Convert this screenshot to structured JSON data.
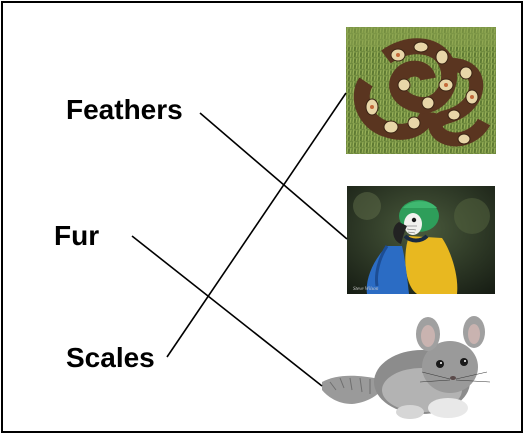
{
  "words": {
    "feathers": "Feathers",
    "fur": "Fur",
    "scales": "Scales"
  },
  "images": {
    "snake": "snake-image",
    "parrot": "parrot-image",
    "chinchilla": "chinchilla-image"
  },
  "colors": {
    "line": "#000000",
    "text": "#000000",
    "border": "#000000"
  }
}
